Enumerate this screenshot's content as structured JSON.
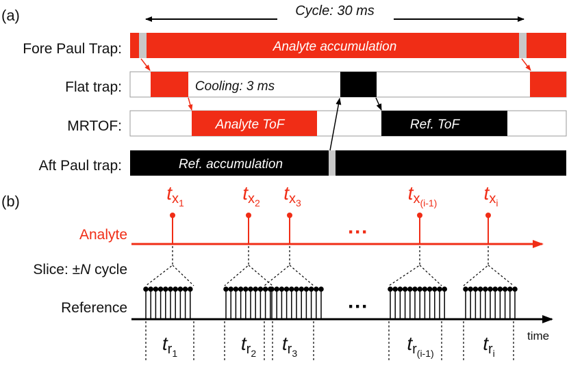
{
  "colors": {
    "red": "#f02d16",
    "black": "#000000",
    "gray": "#c8c8c8",
    "outline": "#9a9a9a"
  },
  "panel_a": {
    "label": "(a)",
    "cycle": "Cycle: 30 ms",
    "rows": [
      {
        "label": "Fore Paul Trap:",
        "text": "Analyte accumulation"
      },
      {
        "label": "Flat trap:",
        "text": "Cooling: 3 ms"
      },
      {
        "label": "MRTOF:",
        "text": "Analyte ToF",
        "text2": "Ref. ToF"
      },
      {
        "label": "Aft Paul trap:",
        "text": "Ref. accumulation"
      }
    ]
  },
  "panel_b": {
    "label": "(b)",
    "analyte_label": "Analyte",
    "slice_label": "Slice: ±",
    "slice_N": "N",
    "slice_rest": " cycle",
    "reference_label": "Reference",
    "time_label": "time",
    "ellipsis": "···",
    "tx": [
      {
        "main": "t",
        "sub": "x",
        "subsub": "1"
      },
      {
        "main": "t",
        "sub": "x",
        "subsub": "2"
      },
      {
        "main": "t",
        "sub": "x",
        "subsub": "3"
      },
      {
        "main": "t",
        "sub": "x",
        "subsub": "(i-1)"
      },
      {
        "main": "t",
        "sub": "x",
        "subsub": "i"
      }
    ],
    "tr": [
      {
        "main": "t",
        "sub": "r",
        "subsub": "1"
      },
      {
        "main": "t",
        "sub": "r",
        "subsub": "2"
      },
      {
        "main": "t",
        "sub": "r",
        "subsub": "3"
      },
      {
        "main": "t",
        "sub": "r",
        "subsub": "(i-1)"
      },
      {
        "main": "t",
        "sub": "r",
        "subsub": "i"
      }
    ]
  }
}
